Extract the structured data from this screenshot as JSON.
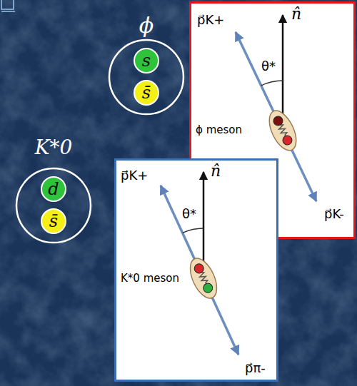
{
  "diagram": {
    "nodes": [
      {
        "text": [
          "ϕ"
        ]
      },
      {
        "text": [
          "s"
        ],
        "in": 0
      },
      {
        "text": [
          "s̄"
        ],
        "in": 0
      },
      {
        "text": [
          "n̂",
          "p⃗K+",
          "θ*",
          "ϕ meson",
          "p⃗K-"
        ]
      },
      {
        "text": [
          "K*0"
        ]
      },
      {
        "text": [
          "d"
        ],
        "in": 4
      },
      {
        "text": [
          "s̄"
        ],
        "in": 4
      },
      {
        "text": [
          "n̂",
          "p⃗K+",
          "θ*",
          "K*0 meson",
          "p⃗π-"
        ]
      }
    ]
  }
}
